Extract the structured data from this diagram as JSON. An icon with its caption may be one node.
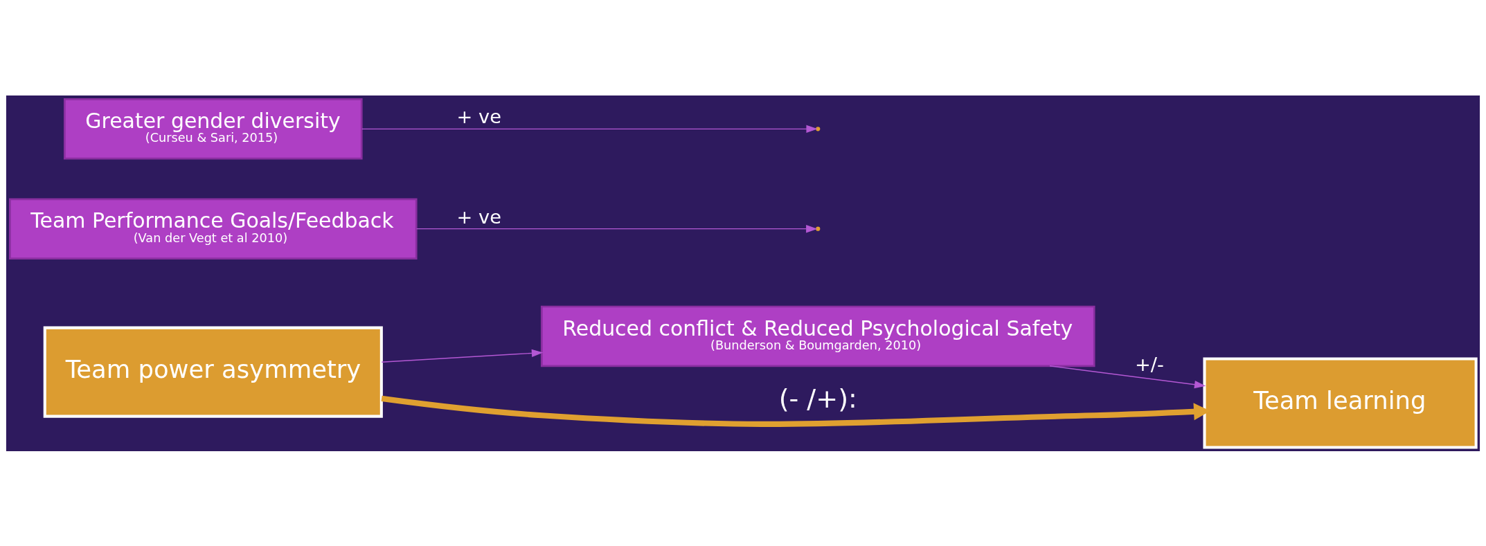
{
  "diagram": {
    "nodes": [
      {
        "text": [
          "Team power asymmetry"
        ]
      },
      {
        "text": [
          "Reduced conflict & Reduced Psychological Safety",
          "(Bunderson & Boumgarden, 2010)"
        ]
      },
      {
        "text": [
          "Team learning"
        ]
      },
      {
        "text": [
          "Team Performance Goals/Feedback",
          "(Van der Vegt et al 2010)"
        ]
      },
      {
        "text": [
          "Greater gender diversity",
          "(Curseu & Sari, 2015)"
        ]
      }
    ],
    "edges": [
      {
        "from": 0,
        "to": 1,
        "arrow": "to"
      },
      {
        "from": 1,
        "to": 2,
        "arrow": "to",
        "label": "+/-"
      },
      {
        "from": 0,
        "to": 2,
        "arrow": "to",
        "label": "(- /+):",
        "style": "thick",
        "color": "#e0a030"
      },
      {
        "from": 3,
        "to": null,
        "arrow": "to",
        "label": "+ ve"
      },
      {
        "from": 4,
        "to": null,
        "arrow": "to",
        "label": "+ ve"
      }
    ]
  }
}
